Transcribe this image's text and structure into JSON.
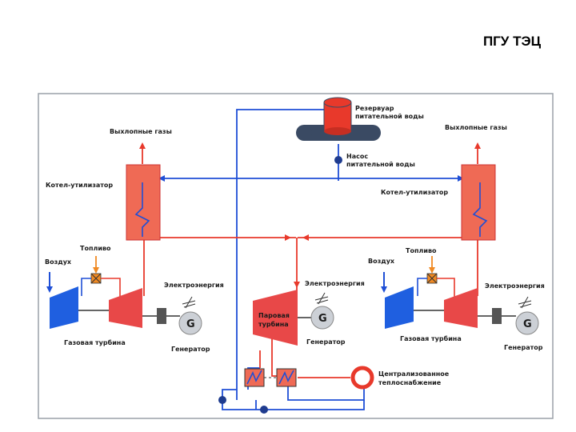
{
  "title": "ПГУ ТЭЦ",
  "labels": {
    "reservoir_line1": "Резервуар",
    "reservoir_line2": "питательной воды",
    "pump_line1": "Насос",
    "pump_line2": "питательной воды",
    "exhaust_left": "Выхлопные газы",
    "exhaust_right": "Выхлопные газы",
    "boiler_left": "Котел-утилизатор",
    "boiler_right": "Котел-утилизатор",
    "fuel_left": "Топливо",
    "fuel_right": "Топливо",
    "air_left": "Воздух",
    "air_right": "Воздух",
    "power_left": "Электроэнергия",
    "power_mid": "Электроэнергия",
    "power_right": "Электроэнергия",
    "gas_turbine_left": "Газовая турбина",
    "gas_turbine_right": "Газовая турбина",
    "generator_left": "Генератор",
    "generator_mid": "Генератор",
    "generator_right": "Генератор",
    "generator_symbol": "G",
    "steam_turbine_line1": "Паровая",
    "steam_turbine_line2": "турбина",
    "district_heating_line1": "Централизованное",
    "district_heating_line2": "теплоснабжение"
  },
  "colors": {
    "hot": "#e8392b",
    "cold": "#1f4fd6",
    "turbine": "#e84848",
    "compressor": "#1f5fe0",
    "boiler": "#ef5a4a",
    "frame": "#9aa0a8"
  }
}
